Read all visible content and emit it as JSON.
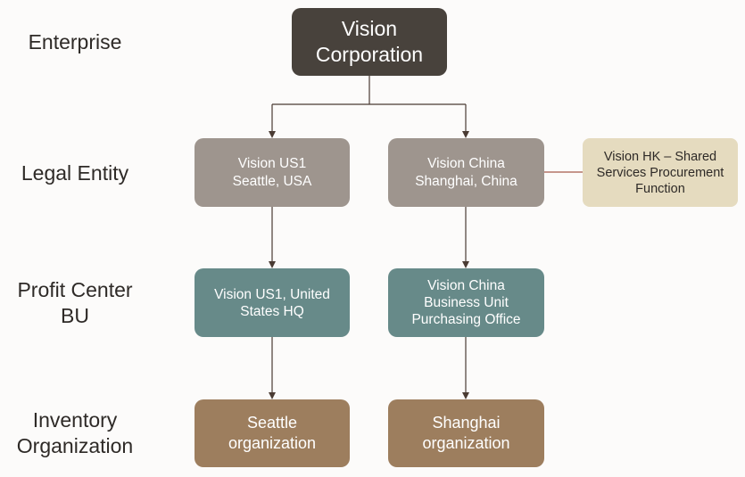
{
  "levels": {
    "enterprise": "Enterprise",
    "legal_entity": "Legal Entity",
    "profit_center": "Profit Center\nBU",
    "inventory_org": "Inventory\nOrganization"
  },
  "nodes": {
    "vision_corporation": "Vision\nCorporation",
    "vision_us1": "Vision US1\nSeattle, USA",
    "vision_china": "Vision China\nShanghai, China",
    "vision_hk": "Vision HK – Shared\nServices Procurement\nFunction",
    "us1_bu": "Vision US1, United\nStates HQ",
    "china_bu": "Vision China\nBusiness Unit\nPurchasing Office",
    "seattle_org": "Seattle\norganization",
    "shanghai_org": "Shanghai\norganization"
  },
  "colors": {
    "enterprise": "#48423c",
    "legal_entity": "#9e958e",
    "shared_services": "#e5dbbf",
    "profit_center": "#678a89",
    "inventory_org": "#9d7e5e",
    "connector": "#4a3b33",
    "shared_link": "#a65a4a"
  }
}
